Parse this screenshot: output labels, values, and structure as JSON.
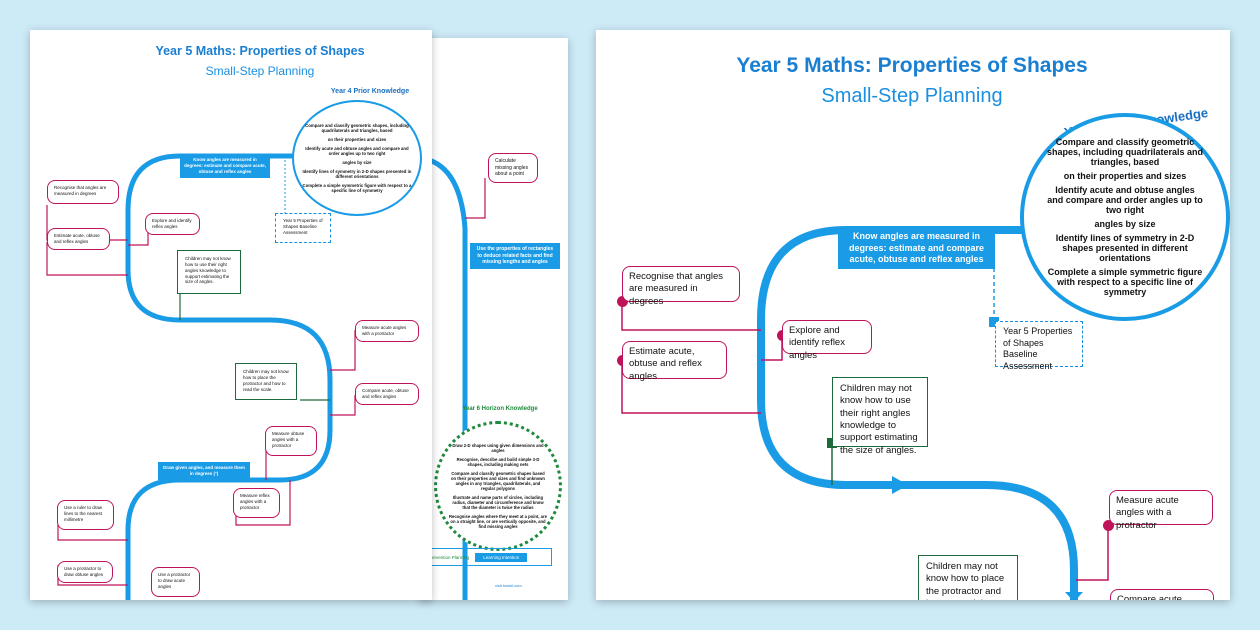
{
  "colors": {
    "background": "#cdeaf7",
    "blue": "#1a9be6",
    "pink": "#c0145a",
    "green": "#1d6b3c"
  },
  "doc": {
    "title": "Year 5 Maths: Properties of Shapes",
    "subtitle": "Small-Step Planning",
    "prior_heading": "Year 4 Prior Knowledge",
    "prior_items": [
      "Compare and classify geometric shapes, including quadrilaterals and triangles, based",
      "on their properties and sizes",
      "Identify acute and obtuse angles and compare and order angles up to two right",
      "angles by size",
      "Identify lines of symmetry in 2-D shapes presented in different orientations",
      "Complete a simple symmetric figure with respect to a specific line of symmetry"
    ],
    "banner_know": "Know angles are measured in degrees: estimate and compare acute, obtuse and reflex angles",
    "banner_draw": "Draw given angles, and measure them in degrees (°)",
    "banner_rect": "Use the properties of rectangles to deduce related facts and find missing lengths and angles",
    "baseline": "Year 5 Properties of Shapes Baseline Assessment",
    "recognise": "Recognise that angles are measured in degrees",
    "explore": "Explore and identify reflex angles",
    "estimate": "Estimate acute, obtuse and reflex angles",
    "misc1": "Children may not know how to use their right angles knowledge to support estimating the size of angles.",
    "misc2": "Children may not know how to place the protractor and how to read the scale.",
    "measure_acute": "Measure acute angles with a protractor",
    "compare": "Compare acute, obtuse and reflex angles",
    "measure_obtuse": "Measure obtuse angles with a protractor",
    "measure_reflex": "Measure reflex angles with a protractor",
    "ruler": "Use a ruler to draw lines to the nearest millimetre",
    "draw_obtuse": "Use a protractor to draw obtuse angles",
    "draw_acute": "Use a protractor to draw acute angles",
    "calculate": "Calculate missing angles about a point",
    "horizon_heading": "Year 6 Horizon Knowledge",
    "horizon_items": [
      "Draw 2-D shapes using given dimensions and angles",
      "Recognise, describe and build simple 3-D shapes, including making nets",
      "Compare and classify geometric shapes based on their properties and sizes and find unknown angles in any triangles, quadrilaterals, and regular polygons",
      "Illustrate and name parts of circles, including radius, diameter and circumference and know that the diameter is twice the radius",
      "Recognise angles where they meet at a point, are on a straight line, or are vertically opposite, and find missing angles"
    ],
    "legend_intervention": "Intervention Planning",
    "legend_learning": "Learning Intention",
    "site": "visit twinkl.com"
  }
}
